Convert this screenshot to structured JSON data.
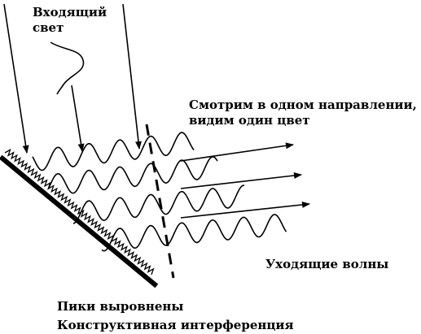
{
  "labels": {
    "incoming_line1": "Входящий",
    "incoming_line2": "свет",
    "look_line1": "Смотрим в одном направлении,",
    "look_line2": "видим один цвет",
    "outgoing": "Уходящие волны",
    "peaks_aligned": "Пики выровнены",
    "constructive": "Конструктивная интерференция"
  },
  "colors": {
    "ink": "#000000",
    "background": "#ffffff"
  }
}
